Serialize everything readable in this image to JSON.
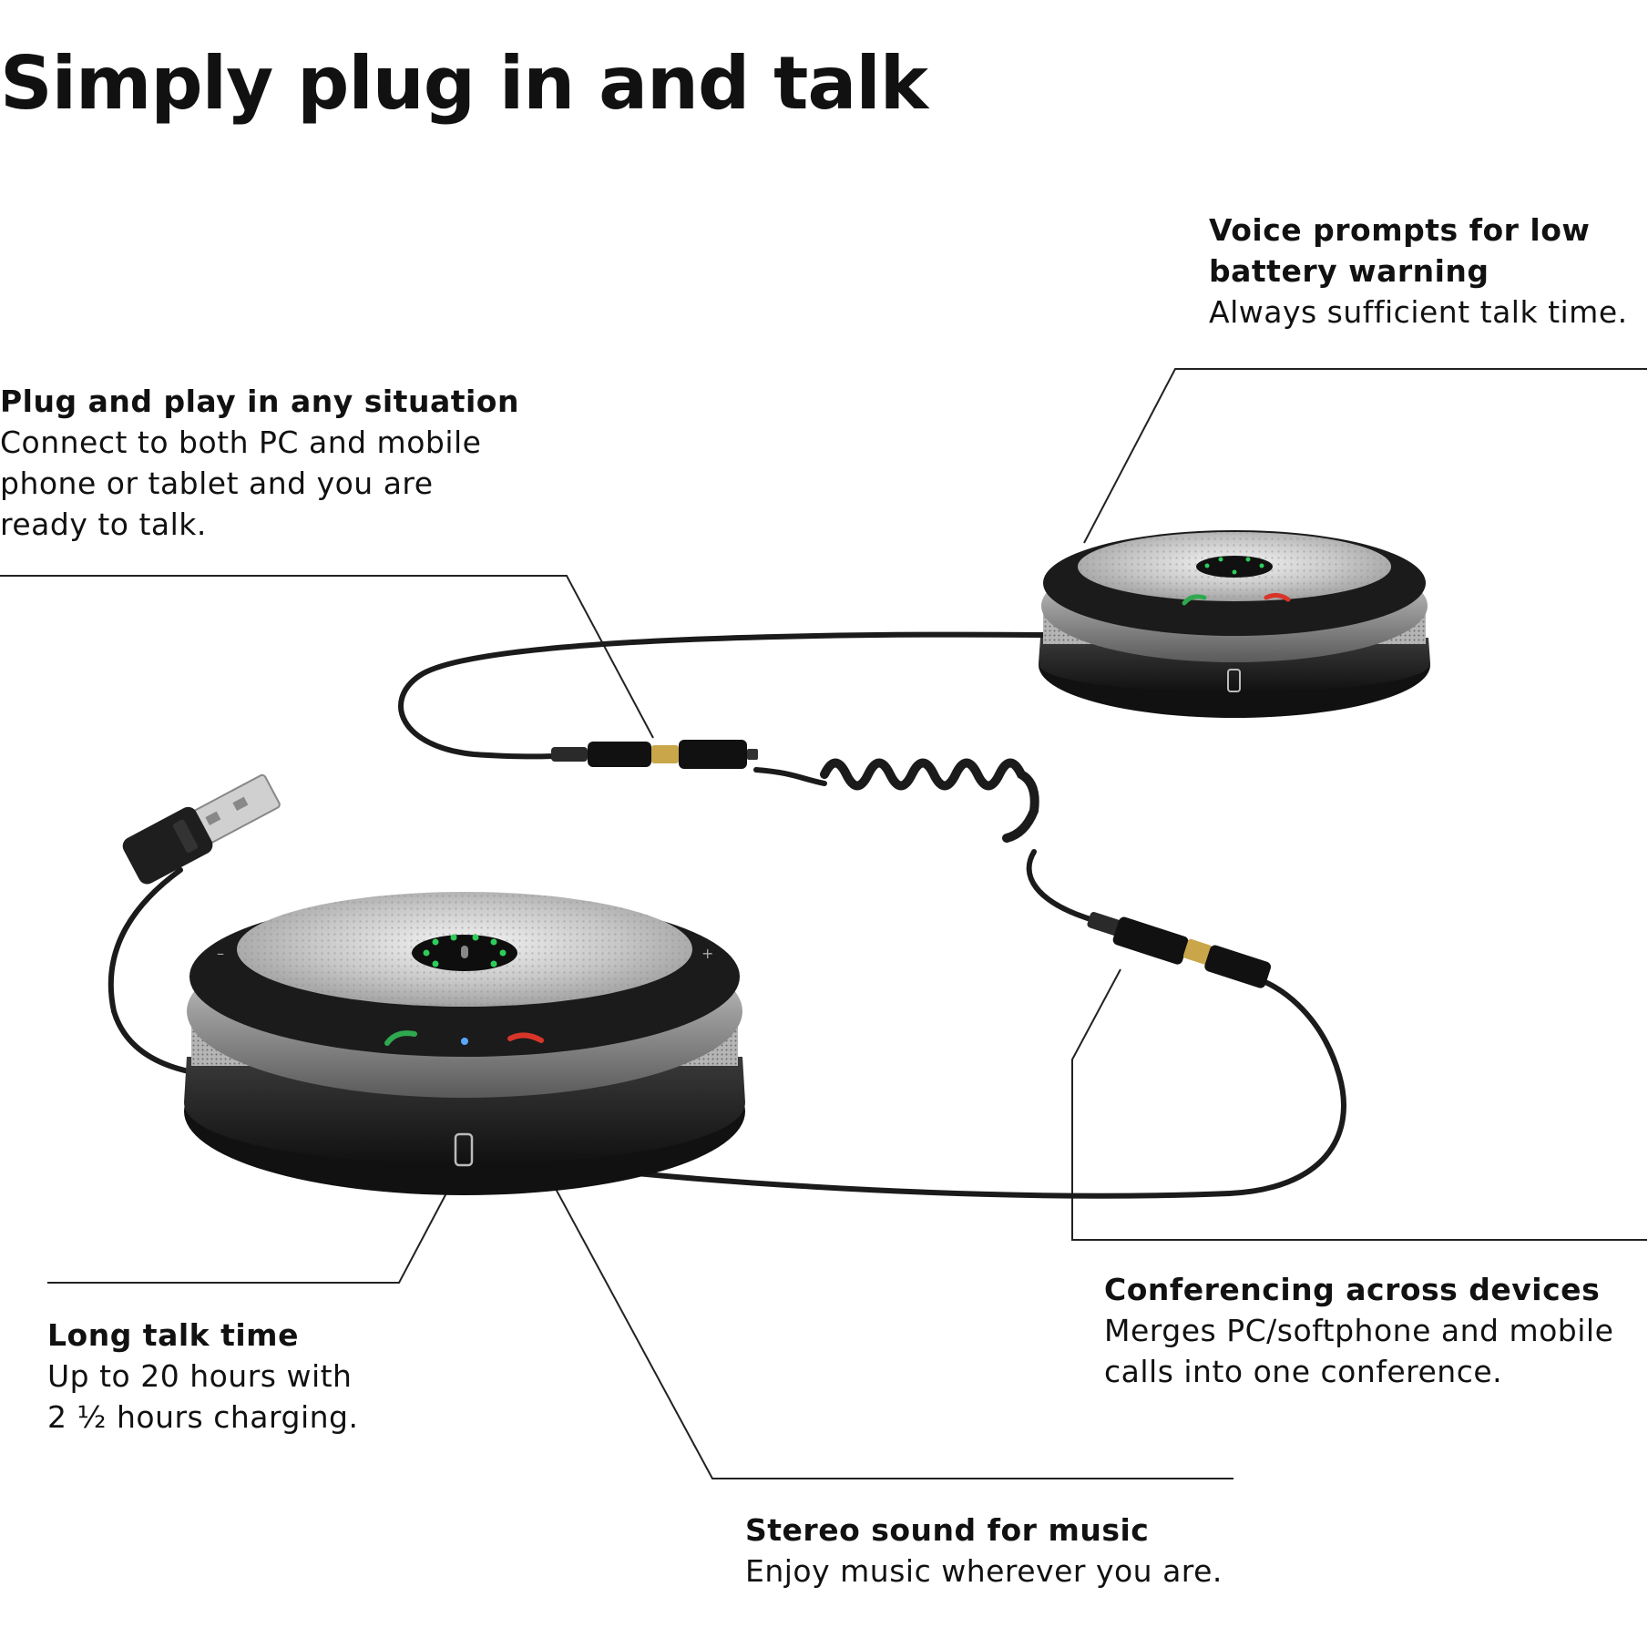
{
  "title": "Simply plug in and talk",
  "features": {
    "voice_prompts": {
      "heading_line1": "Voice prompts for low",
      "heading_line2": "battery warning",
      "text": "Always sufficient talk time."
    },
    "plug_and_play": {
      "heading": "Plug and play in any situation",
      "line1": "Connect to both PC and mobile",
      "line2": "phone or tablet and you are",
      "line3": "ready to talk."
    },
    "long_talk_time": {
      "heading": "Long talk time",
      "line1": "Up to 20 hours with",
      "line2": "2 ½ hours charging."
    },
    "conferencing": {
      "heading": "Conferencing across devices",
      "line1": "Merges PC/softphone and mobile",
      "line2": "calls into one conference."
    },
    "stereo_sound": {
      "heading": "Stereo sound for music",
      "text": "Enjoy music wherever you are."
    }
  },
  "device_labels": {
    "minus": "–",
    "plus": "+"
  },
  "colors": {
    "text": "#111111",
    "callout_line": "#222222",
    "speaker_base": "#1c1c1c",
    "speaker_grille": "#c9c9c9",
    "accept_call": "#2fa84f",
    "end_call": "#d8352a",
    "led": "#2ecc5a"
  }
}
